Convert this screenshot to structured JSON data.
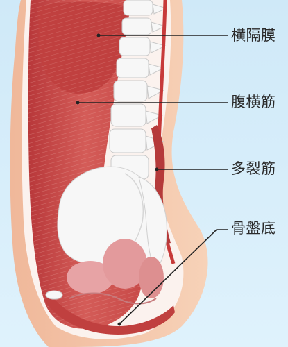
{
  "labels": {
    "diaphragm": "横隔膜",
    "transversus": "腹横筋",
    "multifidus": "多裂筋",
    "pelvic_floor": "骨盤底"
  },
  "colors": {
    "background": "#d3ecf9",
    "skin": "#f2c2a2",
    "muscle": "#c94a48",
    "bone": "#f7f7f7",
    "organ": "#e7a3a5"
  }
}
